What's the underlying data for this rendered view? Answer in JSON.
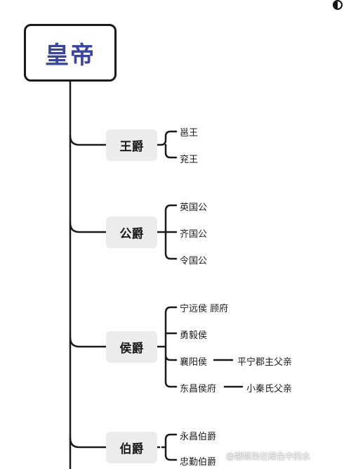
{
  "root": {
    "label": "皇帝"
  },
  "ranks": [
    {
      "label": "王爵",
      "items": [
        {
          "label": "邕王"
        },
        {
          "label": "兖王"
        }
      ]
    },
    {
      "label": "公爵",
      "items": [
        {
          "label": "英国公"
        },
        {
          "label": "齐国公"
        },
        {
          "label": "令国公"
        }
      ]
    },
    {
      "label": "侯爵",
      "items": [
        {
          "label": "宁远侯 顾府"
        },
        {
          "label": "勇毅侯"
        },
        {
          "label": "襄阳侯",
          "relation": "平宁郡主父亲"
        },
        {
          "label": "东昌侯府",
          "relation": "小秦氏父亲"
        }
      ]
    },
    {
      "label": "伯爵",
      "items": [
        {
          "label": "永昌伯爵"
        },
        {
          "label": "忠勤伯爵"
        }
      ]
    }
  ],
  "watermark": "@娜姬染在绿色中的水"
}
